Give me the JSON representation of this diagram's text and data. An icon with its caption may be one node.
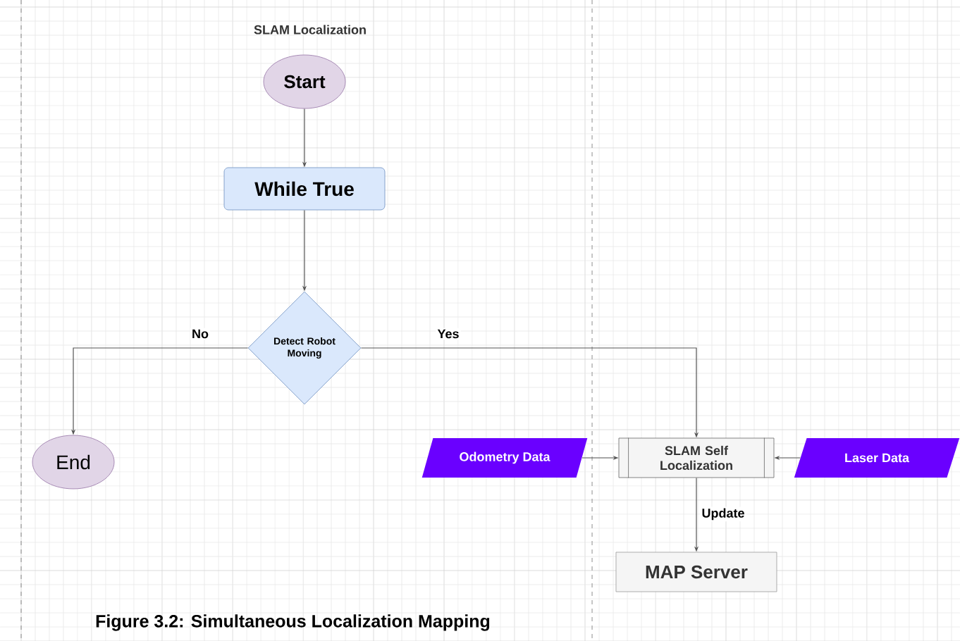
{
  "diagram": {
    "title": "SLAM  Localization",
    "caption": "Figure  3.2: Simultaneous Localization Mapping",
    "nodes": [
      {
        "text": [
          "Start"
        ]
      },
      {
        "text": [
          "While True"
        ]
      },
      {
        "text": [
          "Detect Robot Moving"
        ]
      },
      {
        "text": [
          "End"
        ]
      },
      {
        "text": [
          "Odometry Data"
        ]
      },
      {
        "text": [
          "SLAM Self Localization"
        ]
      },
      {
        "text": [
          "Laser Data"
        ]
      },
      {
        "text": [
          "MAP Server"
        ]
      }
    ],
    "edges": [
      {
        "from": 0,
        "to": 1,
        "arrow": "to"
      },
      {
        "from": 1,
        "to": 2,
        "arrow": "to"
      },
      {
        "from": 2,
        "to": 3,
        "arrow": "to",
        "label": "No"
      },
      {
        "from": 2,
        "to": 5,
        "arrow": "to",
        "label": "Yes"
      },
      {
        "from": 4,
        "to": 5,
        "arrow": "to"
      },
      {
        "from": 6,
        "to": 5,
        "arrow": "to"
      },
      {
        "from": 5,
        "to": 7,
        "arrow": "to",
        "label": "Update"
      }
    ]
  }
}
